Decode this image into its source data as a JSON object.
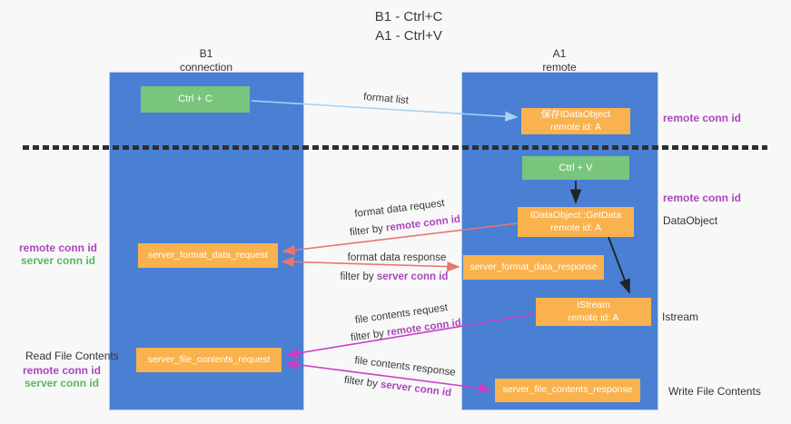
{
  "title": {
    "line1": "B1 - Ctrl+C",
    "line2": "A1 - Ctrl+V"
  },
  "lanes": {
    "left": {
      "header_line1": "B1",
      "header_line2": "connection"
    },
    "right": {
      "header_line1": "A1",
      "header_line2": "remote"
    }
  },
  "nodes": {
    "ctrl_c": "Ctrl + C",
    "ctrl_v": "Ctrl + V",
    "save_dataobject": {
      "line1": "保存IDataObject",
      "line2": "remote id: A"
    },
    "getdata": {
      "line1": "IDataObject::GetData",
      "line2": "remote id: A"
    },
    "istream": {
      "line1": "IStream",
      "line2": "remote id: A"
    },
    "format_request": "server_format_data_request",
    "format_response": "server_format_data_response",
    "file_request": "server_file_contents_request",
    "file_response": "server_file_contents_response"
  },
  "arrow_labels": {
    "format_list": "format list",
    "format_data_request": "format data request",
    "format_data_response": "format data response",
    "file_contents_request": "file contents request",
    "file_contents_response": "file contents response",
    "filter_by": "filter by ",
    "remote_conn_id": "remote conn id",
    "server_conn_id": "server conn id"
  },
  "side_labels": {
    "remote_conn_id": "remote conn id",
    "server_conn_id": "server conn id",
    "dataobject": "DataObject",
    "istream": "Istream",
    "read_file_contents": "Read File Contents",
    "write_file_contents": "Write File Contents"
  },
  "colors": {
    "bg": "#f8f8f8",
    "lane-blue": "#4a80d3",
    "box-orange": "#f9b24d",
    "box-green": "#79c57e",
    "purple": "#ab47bc",
    "label-green": "#59b85c",
    "salmon": "#e87570",
    "magenta": "#cb3ec3",
    "lightblue": "#a6d3f3",
    "text": "#3a3a3a"
  }
}
